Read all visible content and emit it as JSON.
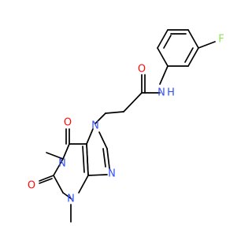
{
  "molecule": {
    "atoms": {
      "o_carbonyl_top": "O",
      "n1": "N",
      "methyl_n1": "",
      "o_carbonyl_bottom": "O",
      "n3": "N",
      "methyl_n3": "",
      "n7": "N",
      "n9": "N",
      "o_amide": "O",
      "nh_amide": "N",
      "nh_amide_h": "H",
      "fluorine": "F"
    },
    "colors": {
      "bond": "#000000",
      "oxygen": "#ff0d0d",
      "nitrogen": "#3050f8",
      "fluorine": "#90e050"
    }
  }
}
